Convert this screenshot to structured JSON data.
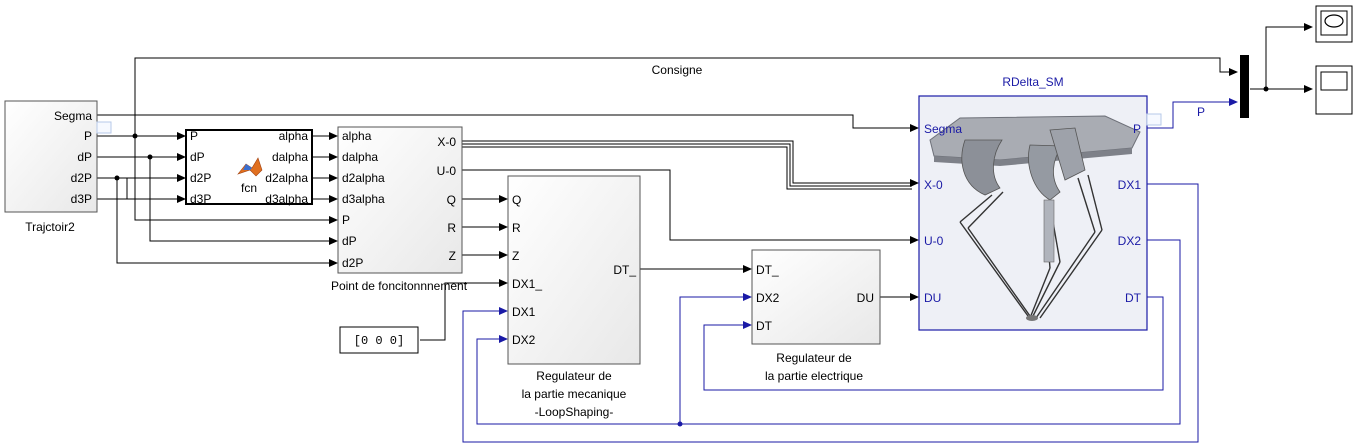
{
  "colors": {
    "black_wire": "#000000",
    "blue_wire": "#1a1aa6",
    "block_fill": "#f2f2f2",
    "robot_panel": "#eef0f6"
  },
  "signals": {
    "consigne": "Consigne",
    "p_out": "P"
  },
  "trajectory": {
    "name": "Trajctoir2",
    "ports": [
      "Segma",
      "P",
      "dP",
      "d2P",
      "d3P"
    ]
  },
  "fcn": {
    "label": "fcn",
    "inputs": [
      "P",
      "dP",
      "d2P",
      "d3P"
    ],
    "outputs": [
      "alpha",
      "dalpha",
      "d2alpha",
      "d3alpha"
    ]
  },
  "operating_point": {
    "name": "Point de foncitonnnement",
    "inputs": [
      "alpha",
      "dalpha",
      "d2alpha",
      "d3alpha",
      "P",
      "dP",
      "d2P"
    ],
    "outputs": [
      "X-0",
      "U-0",
      "Q",
      "R",
      "Z"
    ]
  },
  "constant": {
    "value": "[0  0  0]"
  },
  "mech_regulator": {
    "name_lines": [
      "Regulateur de",
      "la partie mecanique",
      "-LoopShaping-"
    ],
    "inputs": [
      "Q",
      "R",
      "Z",
      "DX1_",
      "DX1",
      "DX2"
    ],
    "output": "DT_"
  },
  "elec_regulator": {
    "name_lines": [
      "Regulateur de",
      "la partie electrique"
    ],
    "inputs": [
      "DT_",
      "DX2",
      "DT"
    ],
    "output": "DU"
  },
  "robot": {
    "title": "RDelta_SM",
    "inputs": [
      "Segma",
      "X-0",
      "U-0",
      "DU"
    ],
    "outputs": [
      "P",
      "DX1",
      "DX2",
      "DT"
    ]
  },
  "icons": [
    "matlab-function-icon",
    "scope-icon",
    "display-icon",
    "mux-bar-icon"
  ]
}
